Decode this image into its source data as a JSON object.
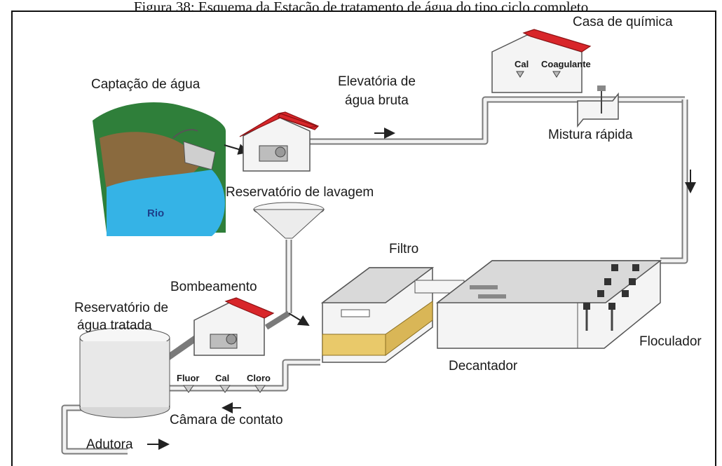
{
  "caption": "Figura 38: Esquema da Estação de tratamento de água do tipo ciclo completo",
  "labels": {
    "captacao": "Captação de água",
    "rio": "Rio",
    "elevatoria_1": "Elevatória de",
    "elevatoria_2": "água bruta",
    "casa_quimica": "Casa de química",
    "cal": "Cal",
    "coagulante": "Coagulante",
    "mistura_rapida": "Mistura rápida",
    "reservatorio_lavagem": "Reservatório de lavagem",
    "filtro": "Filtro",
    "bombeamento": "Bombeamento",
    "reservatorio_tratada_1": "Reservatório de",
    "reservatorio_tratada_2": "água tratada",
    "fluor": "Fluor",
    "cal_2": "Cal",
    "cloro": "Cloro",
    "camara_contato": "Câmara de contato",
    "adutora": "Adutora",
    "decantador": "Decantador",
    "floculador": "Floculador"
  },
  "colors": {
    "roof": "#d8262a",
    "water": "#35b3e6",
    "pipe": "#7a7a7a",
    "filter_sand": "#e9c96a"
  }
}
